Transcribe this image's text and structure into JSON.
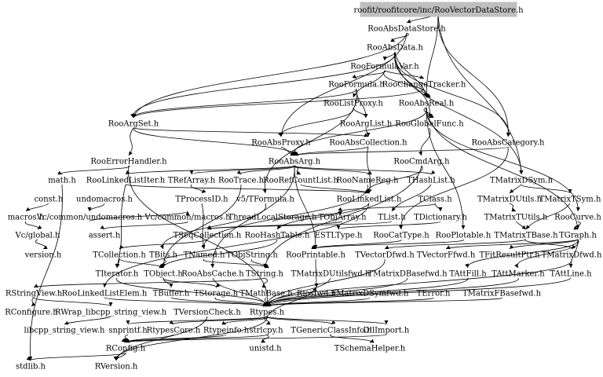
{
  "diagram": {
    "root": "roofit/roofitcore/inc/RooVectorDataStore.h",
    "nodes": {
      "rooabsdatastore": "RooAbsDataStore.h",
      "rooabsdata": "RooAbsData.h",
      "rooformulavar": "RooFormulaVar.h",
      "rooformula": "RooFormula.h",
      "roochangetracker": "RooChangeTracker.h",
      "roolistproxy": "RooListProxy.h",
      "rooabsreal": "RooAbsReal.h",
      "rooargset": "RooArgSet.h",
      "rooarglist": "RooArgList.h",
      "rooglobalfunc": "RooGlobalFunc.h",
      "rooabsproxy": "RooAbsProxy.h",
      "rooabscollection": "RooAbsCollection.h",
      "rooabscategory": "RooAbsCategory.h",
      "rooerrorhandler": "RooErrorHandler.h",
      "rooabsarg": "RooAbsArg.h",
      "roocmdarg": "RooCmdArg.h",
      "tmatrixdsym": "TMatrixDSym.h",
      "mathh": "math.h",
      "roolinkedlistiter": "RooLinkedListIter.h",
      "trefarray": "TRefArray.h",
      "rootrace": "RooTrace.h",
      "roorefcountlist": "RooRefCountList.h",
      "roonamereg": "RooNameReg.h",
      "thashlist": "THashList.h",
      "consth": "const.h",
      "undomacros": "undomacros.h",
      "tprocessid": "TProcessID.h",
      "v5tformula": "v5/TFormula.h",
      "roolinkedlist": "RooLinkedList.h",
      "tclass": "TClass.h",
      "tmatrixdutils": "TMatrixDUtils.h",
      "tmatrixtsym": "TMatrixTSym.h",
      "macrosh": "macros.h",
      "vccommonundomacros": "Vc/common/undomacros.h",
      "vccommonmacros": "Vc/common/macros.h",
      "threadlocalstorage": "ThreadLocalStorage.h",
      "tobjarray": "TObjArray.h",
      "tlist": "TList.h",
      "tdictionary": "TDictionary.h",
      "tmatrixtutils": "TMatrixTUtils.h",
      "roocurve": "RooCurve.h",
      "vcglobal": "Vc/global.h",
      "asserth": "assert.h",
      "tseqcollection": "TSeqCollection.h",
      "roohashtable": "RooHashTable.h",
      "esttype": "ESTLType.h",
      "roocattype": "RooCatType.h",
      "rooplotable": "RooPlotable.h",
      "tmatrixtbase": "TMatrixTBase.h",
      "tgraph": "TGraph.h",
      "versionh": "version.h",
      "tcollection": "TCollection.h",
      "tbits": "TBits.h",
      "tnamed": "TNamed.h",
      "tobjstring": "TObjString.h",
      "rooprintable": "RooPrintable.h",
      "tvectordfwd": "TVectorDfwd.h",
      "tvectorffwd": "TVectorFfwd.h",
      "tfitresultptr": "TFitResultPtr.h",
      "tmatrixdfwd": "TMatrixDfwd.h",
      "titerator": "TIterator.h",
      "tobject": "TObject.h",
      "rooabscache": "RooAbsCache.h",
      "tstring": "TString.h",
      "tmatrixdutilsfwd": "TMatrixDUtilsfwd.h",
      "tmatrixdbasefwd": "TMatrixDBasefwd.h",
      "tattfill": "TAttFill.h",
      "tattmarker": "TAttMarker.h",
      "tattline": "TAttLine.h",
      "rstringview": "RStringView.h",
      "roolinkedlistelem": "RooLinkedListElem.h",
      "tbuffer": "TBuffer.h",
      "tstorage": "TStorage.h",
      "tmathbase": "TMathBase.h",
      "riosfwd": "Riosfwd.h",
      "tmatrixdsymfwd": "TMatrixDSymfwd.h",
      "terror": "TError.h",
      "tmatrixfbasefwd": "TMatrixFBasefwd.h",
      "rconfigure": "RConfigure.h",
      "rwraplibcpp": "RWrap_libcpp_string_view.h",
      "tversioncheck": "TVersionCheck.h",
      "rtypes": "Rtypes.h",
      "libcppstringview": "libcpp_string_view.h",
      "snprintf": "snprintf.h",
      "rtypescore": "RtypesCore.h",
      "rtypeinfo": "Rtypeinfo.h",
      "strlcpy": "strlcpy.h",
      "tgenericclassinfo": "TGenericClassInfo.h",
      "dllimport": "DllImport.h",
      "rconfig": "RConfig.h",
      "unistd": "unistd.h",
      "tschemahelper": "TSchemaHelper.h",
      "stdlib": "stdlib.h",
      "rversion": "RVersion.h"
    }
  }
}
